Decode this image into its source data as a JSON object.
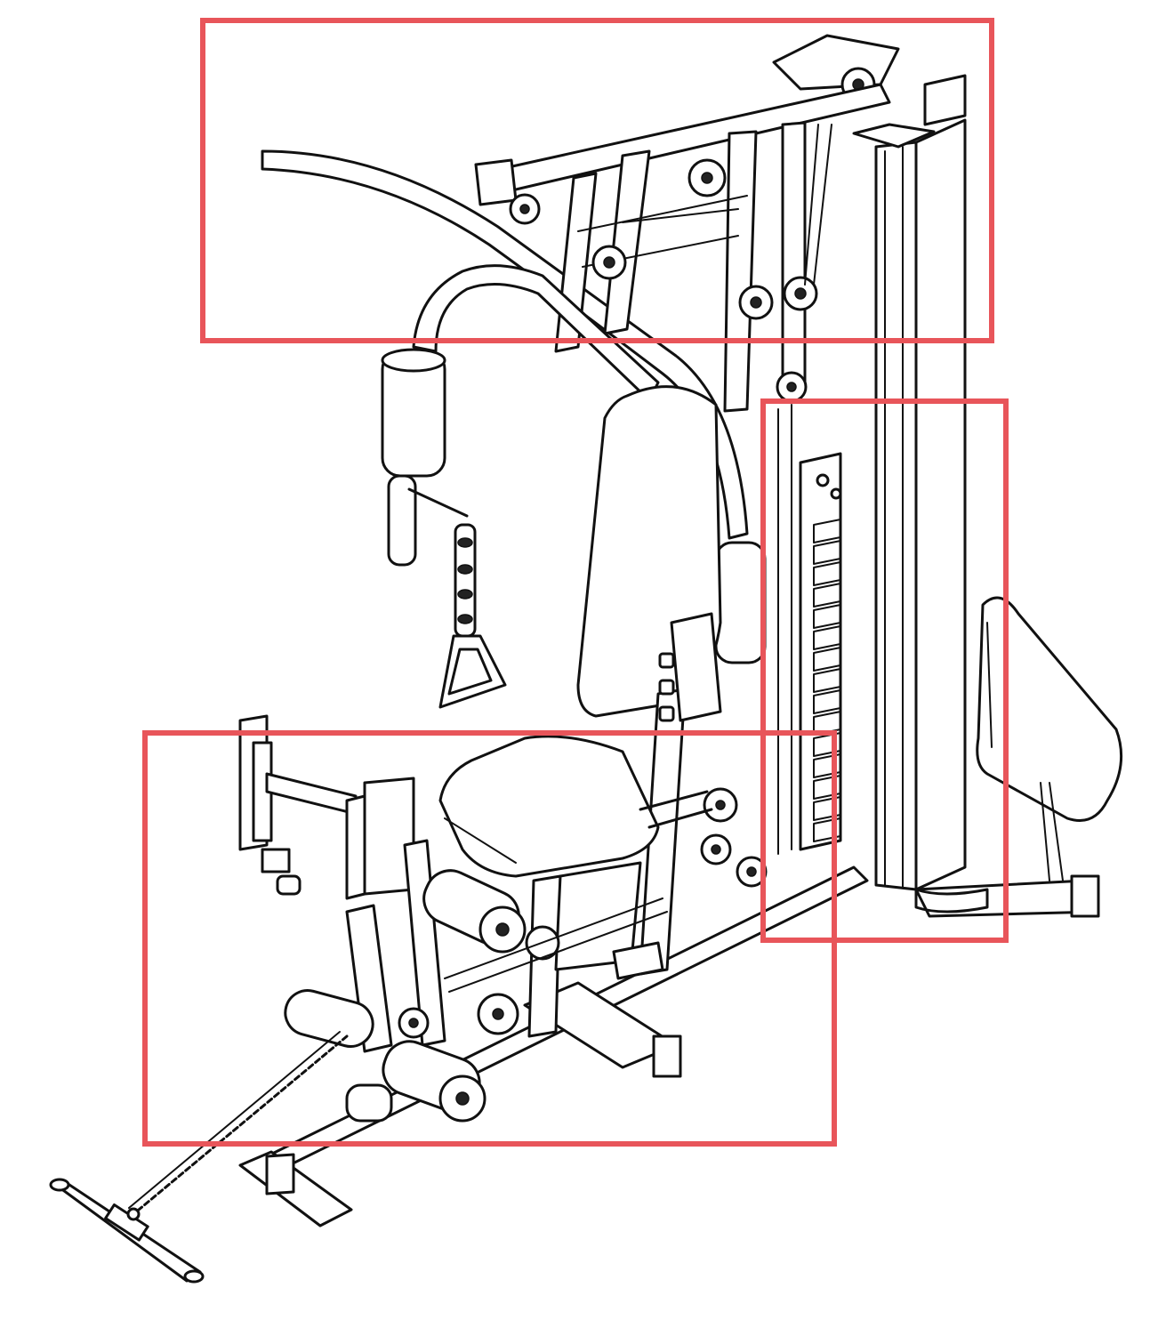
{
  "colors": {
    "line": "#111111",
    "background": "#ffffff",
    "highlight": "#e8555a"
  },
  "highlights": [
    {
      "name": "upper-lat-pulldown-section"
    },
    {
      "name": "weight-stack-column-section"
    },
    {
      "name": "seat-and-leg-developer-section"
    }
  ]
}
